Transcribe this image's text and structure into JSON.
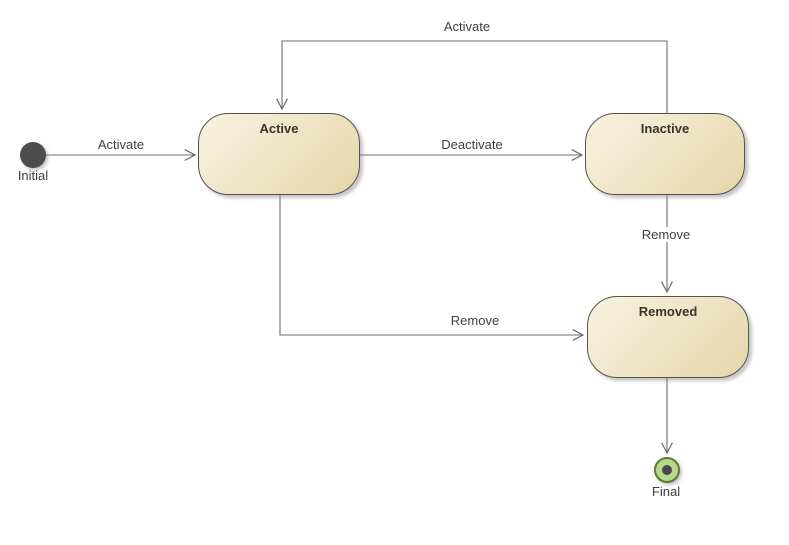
{
  "diagram": {
    "kind": "uml-state-machine",
    "nodes": [
      {
        "id": "initial",
        "type": "initial",
        "label": "Initial"
      },
      {
        "id": "active",
        "type": "state",
        "label": "Active"
      },
      {
        "id": "inactive",
        "type": "state",
        "label": "Inactive"
      },
      {
        "id": "removed",
        "type": "state",
        "label": "Removed"
      },
      {
        "id": "final",
        "type": "final",
        "label": "Final"
      }
    ],
    "edges": [
      {
        "from": "initial",
        "to": "active",
        "label": "Activate"
      },
      {
        "from": "inactive",
        "to": "active",
        "label": "Activate"
      },
      {
        "from": "active",
        "to": "inactive",
        "label": "Deactivate"
      },
      {
        "from": "inactive",
        "to": "removed",
        "label": "Remove"
      },
      {
        "from": "active",
        "to": "removed",
        "label": "Remove"
      },
      {
        "from": "removed",
        "to": "final",
        "label": ""
      }
    ],
    "colors": {
      "state_fill_light": "#f8f2e2",
      "state_fill_dark": "#e5d6a9",
      "state_border": "#57534a",
      "line": "#6b6b6b",
      "initial_fill": "#4d4d4d",
      "final_fill": "#b6d98b",
      "final_border": "#5d7a33",
      "final_dot": "#4a4a4a",
      "label_text": "#3f3f3f",
      "state_text": "#3a3528"
    }
  }
}
